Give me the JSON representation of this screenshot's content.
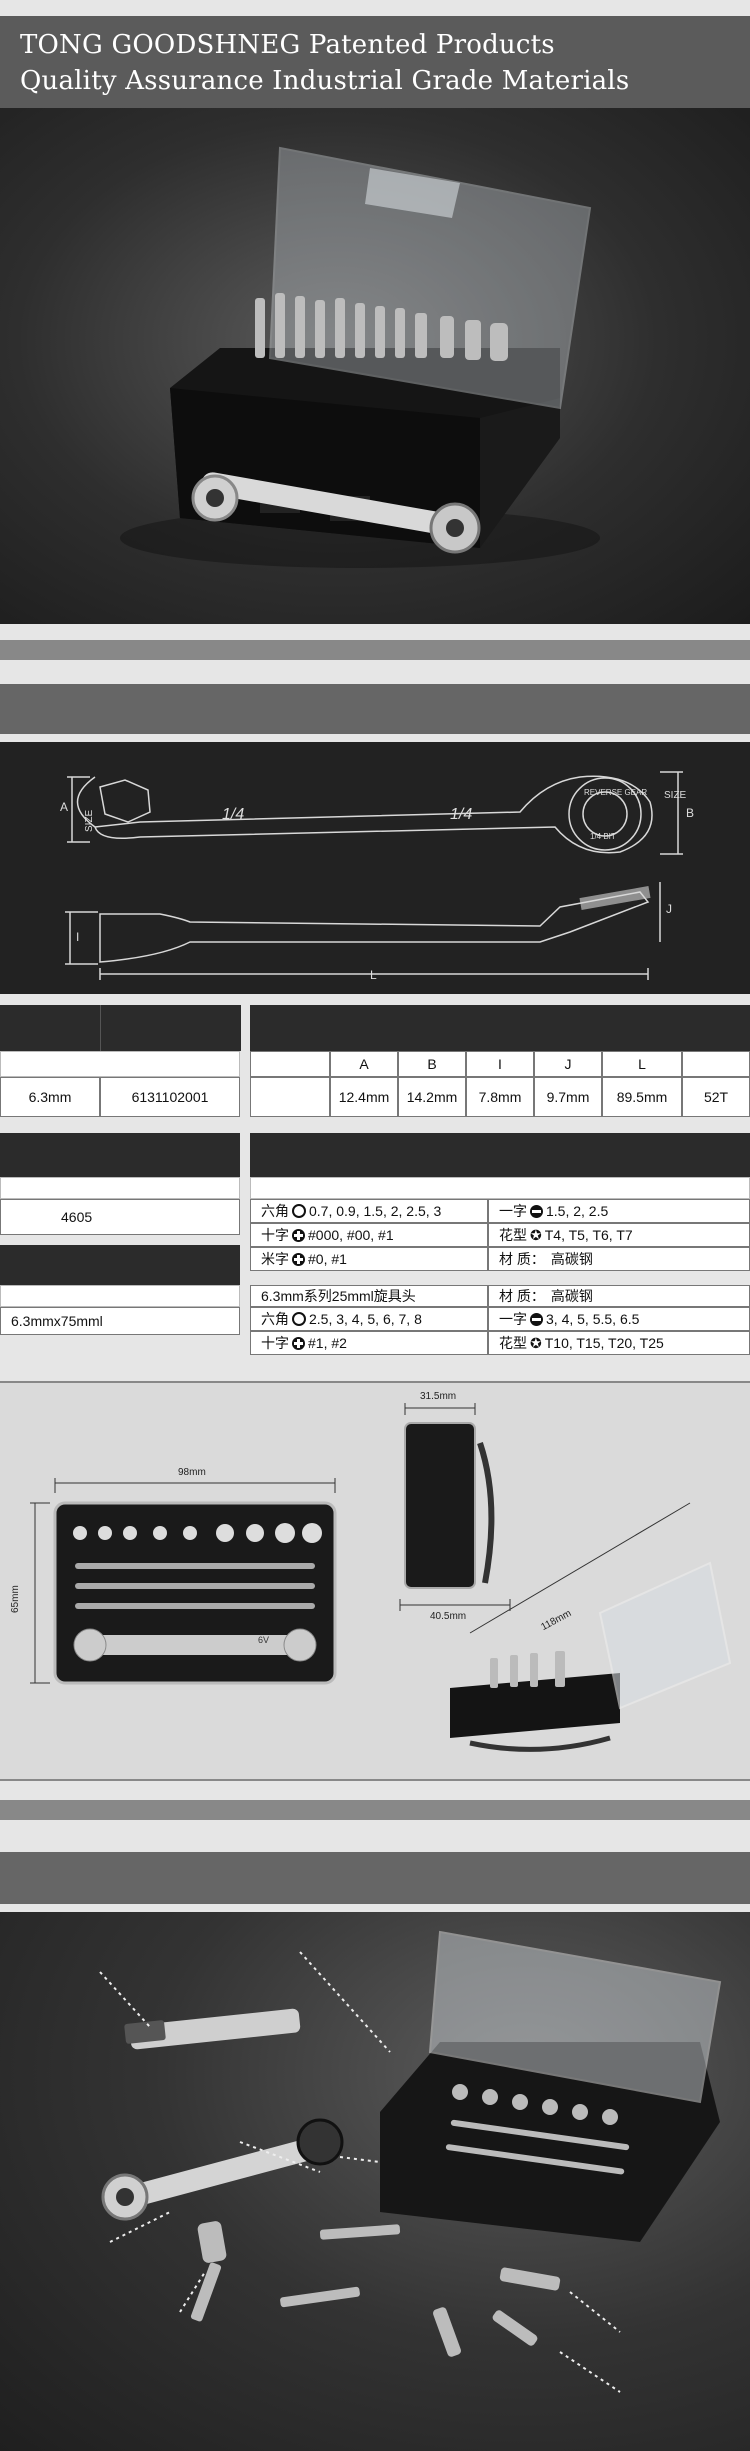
{
  "header": {
    "line1": "TONG GOODSHNEG Patented Products",
    "line2": "Quality Assurance Industrial Grade Materials"
  },
  "drawing": {
    "label_size": "SIZE",
    "label_quarter_left": "1/4",
    "label_quarter_right": "1/4",
    "label_reverse": "REVERSE GEAR",
    "label_bit": "1/4 BIT",
    "dim_A": "A",
    "dim_B": "B",
    "dim_I": "I",
    "dim_J": "J",
    "dim_L": "L"
  },
  "spec_left": {
    "size": "6.3mm",
    "code": "6131102001"
  },
  "spec_right": {
    "headers": [
      "A",
      "B",
      "I",
      "J",
      "L"
    ],
    "values": [
      "12.4mm",
      "14.2mm",
      "7.8mm",
      "9.7mm",
      "89.5mm"
    ],
    "teeth": "52T"
  },
  "bit_left": {
    "number": "4605",
    "holder_size": "6.3mmx75mml"
  },
  "bits_table1": [
    [
      "六角",
      "0.7, 0.9, 1.5, 2, 2.5, 3",
      "一字",
      "1.5, 2, 2.5"
    ],
    [
      "十字",
      "#000, #00, #1",
      "花型",
      "T4, T5, T6, T7"
    ],
    [
      "米字",
      "#0, #1",
      "材 质：",
      "高碳钢"
    ]
  ],
  "bits_table2": {
    "header_left": "6.3mm系列25mml旋具头",
    "header_right_label": "材 质：",
    "header_right_value": "高碳钢",
    "rows": [
      [
        "六角",
        "2.5, 3, 4, 5, 6, 7, 8",
        "一字",
        "3, 4, 5, 5.5, 6.5"
      ],
      [
        "十字",
        "#1, #2",
        "花型",
        "T10, T15, T20, T25"
      ]
    ]
  },
  "dimensions": {
    "width": "98mm",
    "height": "65mm",
    "depth_top": "31.5mm",
    "depth_bottom": "40.5mm",
    "length": "118mm",
    "box_mark": "6V"
  },
  "colors": {
    "title_band": "#5b5b5b",
    "dark_header": "#2b2b2b",
    "drawing_bg": "#222222",
    "strip": "#888888"
  }
}
